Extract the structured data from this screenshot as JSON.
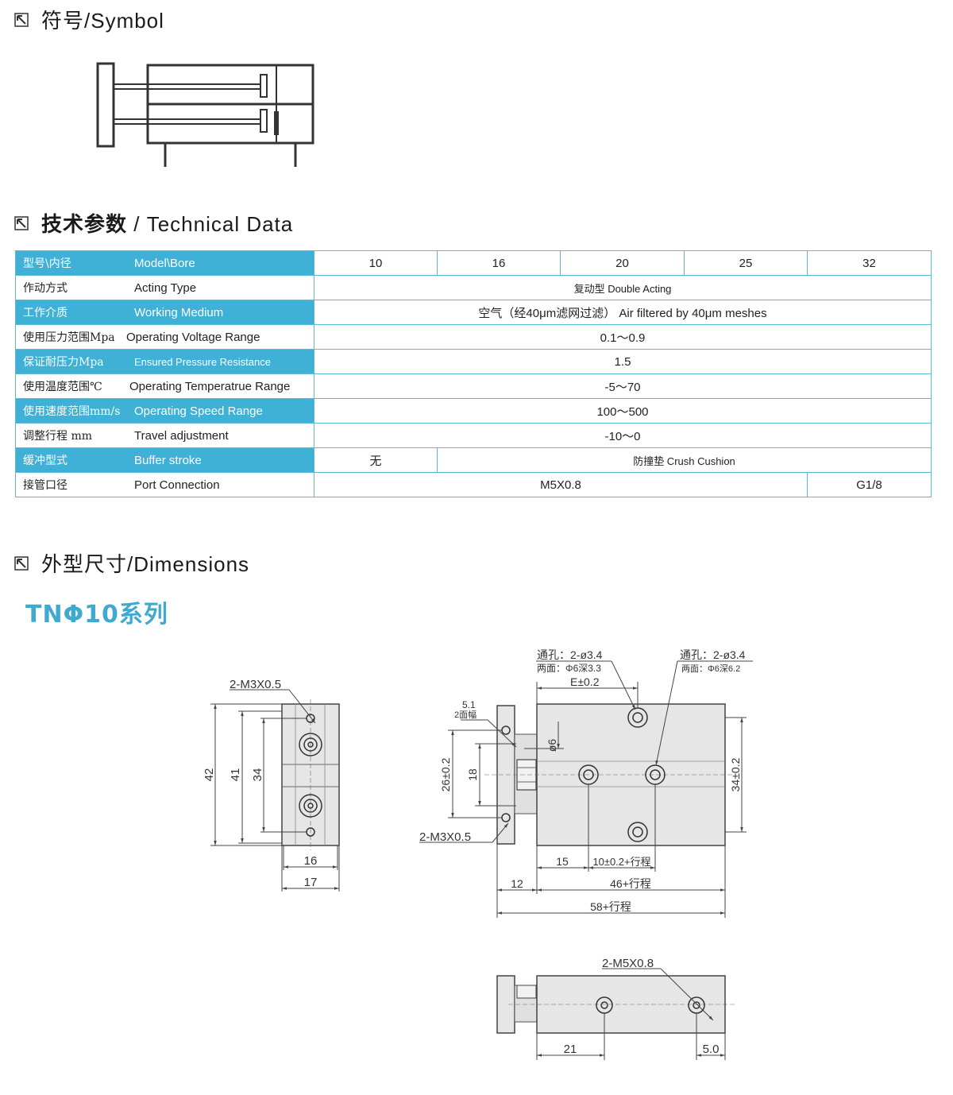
{
  "sections": {
    "symbol": "符号/Symbol",
    "tech_cn": "技术参数",
    "tech_en": "/ Technical Data",
    "dimensions": "外型尺寸/Dimensions"
  },
  "series_title": "TNΦ10系列",
  "colors": {
    "accent": "#3fb0d6",
    "table_border": "#5bbbd6",
    "series": "#3fa9cf",
    "body_fill": "#e6e6e6"
  },
  "table": {
    "bores": [
      "10",
      "16",
      "20",
      "25",
      "32"
    ],
    "rows": [
      {
        "cn": "型号\\内径",
        "en": "Model\\Bore",
        "highlight": true
      },
      {
        "cn": "作动方式",
        "en": "Acting Type",
        "value": "复动型   Double Acting",
        "highlight": false
      },
      {
        "cn": "工作介质",
        "en": "Working Medium",
        "value": "空气（经40μm滤网过滤） Air filtered by 40μm meshes",
        "highlight": true
      },
      {
        "cn": "使用压力范围Mpa",
        "en": "Operating Voltage Range",
        "value": "0.1～0.9",
        "highlight": false
      },
      {
        "cn": "保证耐压力Mpa",
        "en": "Ensured Pressure Resistance",
        "value": "1.5",
        "highlight": true
      },
      {
        "cn": "使用温度范围℃",
        "en": "Operating Temperatrue Range",
        "value": "-5～70",
        "highlight": false
      },
      {
        "cn": "使用速度范围mm/s",
        "en": "Operating Speed Range",
        "value": "100～500",
        "highlight": true
      },
      {
        "cn": "调整行程 mm",
        "en": "Travel adjustment",
        "value": "-10～0",
        "highlight": false
      },
      {
        "cn": "缓冲型式",
        "en": "Buffer stroke",
        "value_first": "无",
        "value_rest": "防撞垫   Crush Cushion",
        "highlight": true
      },
      {
        "cn": "接管口径",
        "en": "Port Connection",
        "value_main": "M5X0.8",
        "value_last": "G1/8",
        "highlight": false
      }
    ]
  },
  "dims": {
    "side": {
      "thread": "2-M3X0.5",
      "h42": "42",
      "h41": "41",
      "h34": "34",
      "w16": "16",
      "w17": "17"
    },
    "front": {
      "hole1_a": "通孔：2-ø3.4",
      "hole1_b": "两面：Φ6深3.3",
      "e_tol": "E±0.2",
      "hole2_a": "通孔：2-ø3.4",
      "hole2_b": "两面：Φ6深6.2",
      "flat_a": "5.1",
      "flat_b": "2面幅",
      "d6": "ø6",
      "h26": "26±0.2",
      "h18": "18",
      "h34": "34±0.2",
      "thread": "2-M3X0.5",
      "w15": "15",
      "w10": "10±0.2+行程",
      "w12": "12",
      "w46": "46+行程",
      "w58": "58+行程"
    },
    "bottom": {
      "thread": "2-M5X0.8",
      "w21": "21",
      "w5": "5.0"
    }
  }
}
